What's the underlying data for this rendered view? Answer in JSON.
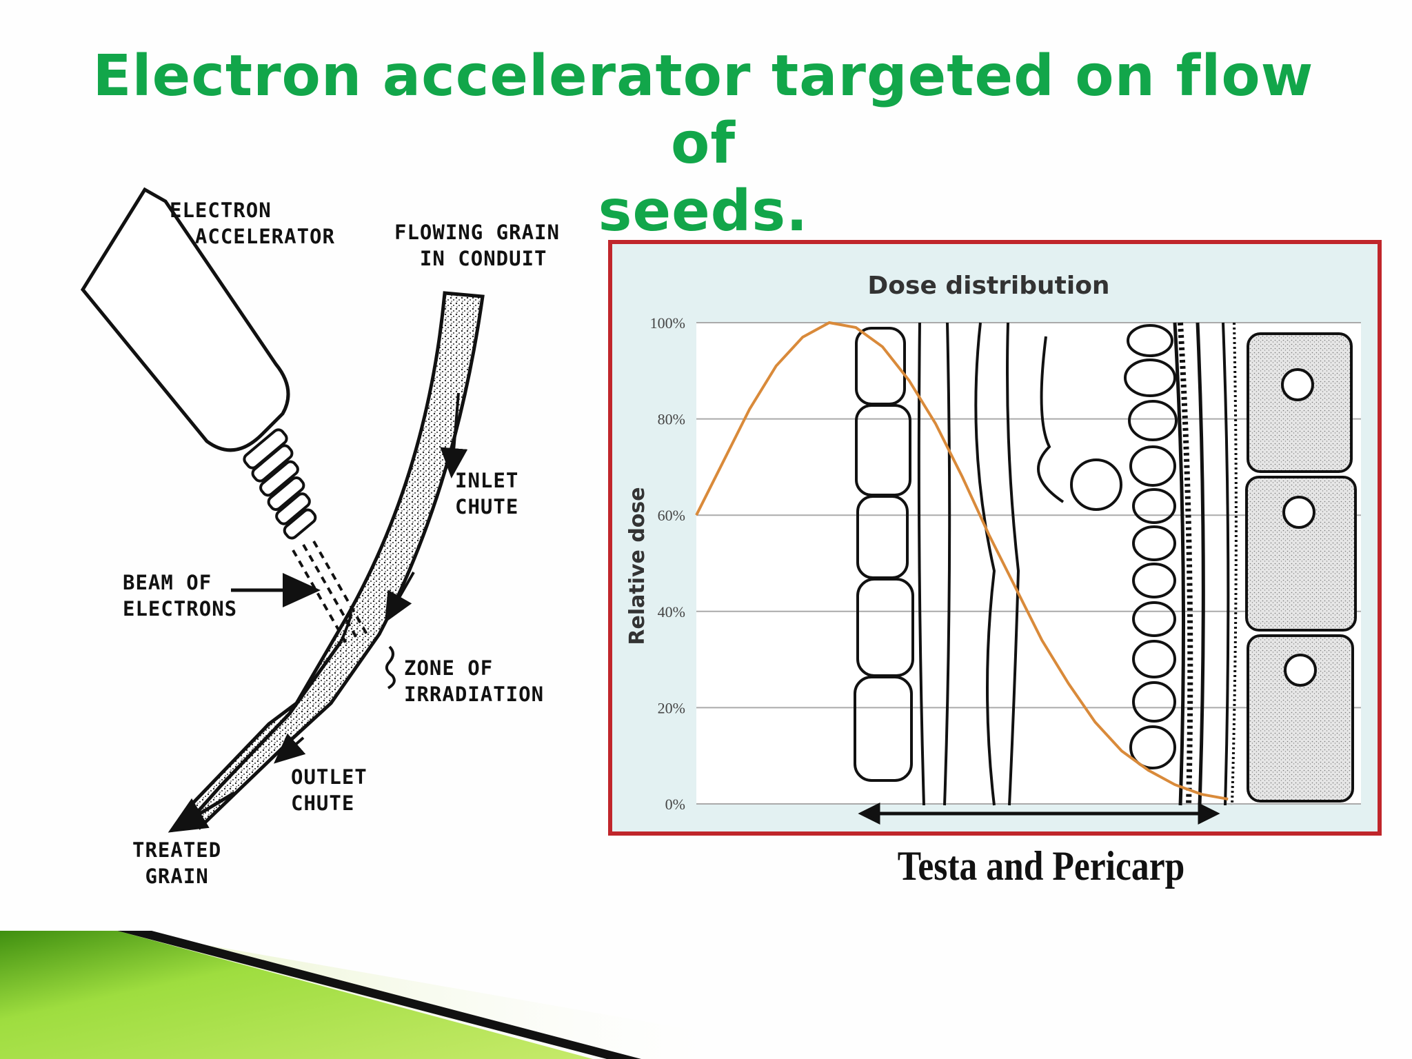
{
  "title": {
    "line1": "Electron accelerator targeted on flow of",
    "line2": "seeds."
  },
  "schematic": {
    "electron_accelerator": "ELECTRON\n  ACCELERATOR",
    "flowing_grain": "FLOWING GRAIN\n  IN CONDUIT",
    "inlet_chute": "INLET\nCHUTE",
    "beam": "BEAM OF\nELECTRONS",
    "zone": "ZONE OF\nIRRADIATION",
    "outlet_chute": "OUTLET\nCHUTE",
    "treated_grain": "TREATED\n GRAIN"
  },
  "chart_data": {
    "type": "line",
    "title": "Dose distribution",
    "ylabel": "Relative dose",
    "xlabel": "Testa and Pericarp",
    "y_ticks": [
      "100%",
      "80%",
      "60%",
      "40%",
      "20%",
      "0%"
    ],
    "ylim": [
      0,
      100
    ],
    "xlim": [
      0,
      1
    ],
    "grid": true,
    "series": [
      {
        "color": "#d98a3a",
        "points": [
          [
            0,
            60
          ],
          [
            0.04,
            71
          ],
          [
            0.08,
            82
          ],
          [
            0.12,
            91
          ],
          [
            0.16,
            97
          ],
          [
            0.2,
            100
          ],
          [
            0.24,
            99
          ],
          [
            0.28,
            95
          ],
          [
            0.32,
            88
          ],
          [
            0.36,
            79
          ],
          [
            0.4,
            68
          ],
          [
            0.44,
            56
          ],
          [
            0.48,
            45
          ],
          [
            0.52,
            34
          ],
          [
            0.56,
            25
          ],
          [
            0.6,
            17
          ],
          [
            0.64,
            11
          ],
          [
            0.68,
            7
          ],
          [
            0.72,
            4
          ],
          [
            0.76,
            2
          ],
          [
            0.8,
            1
          ]
        ]
      }
    ],
    "frame_color": "#c0262b",
    "background_color": "#e3f1f2"
  },
  "colors": {
    "title": "#12a64a",
    "footer_green": "#7ec83a"
  }
}
